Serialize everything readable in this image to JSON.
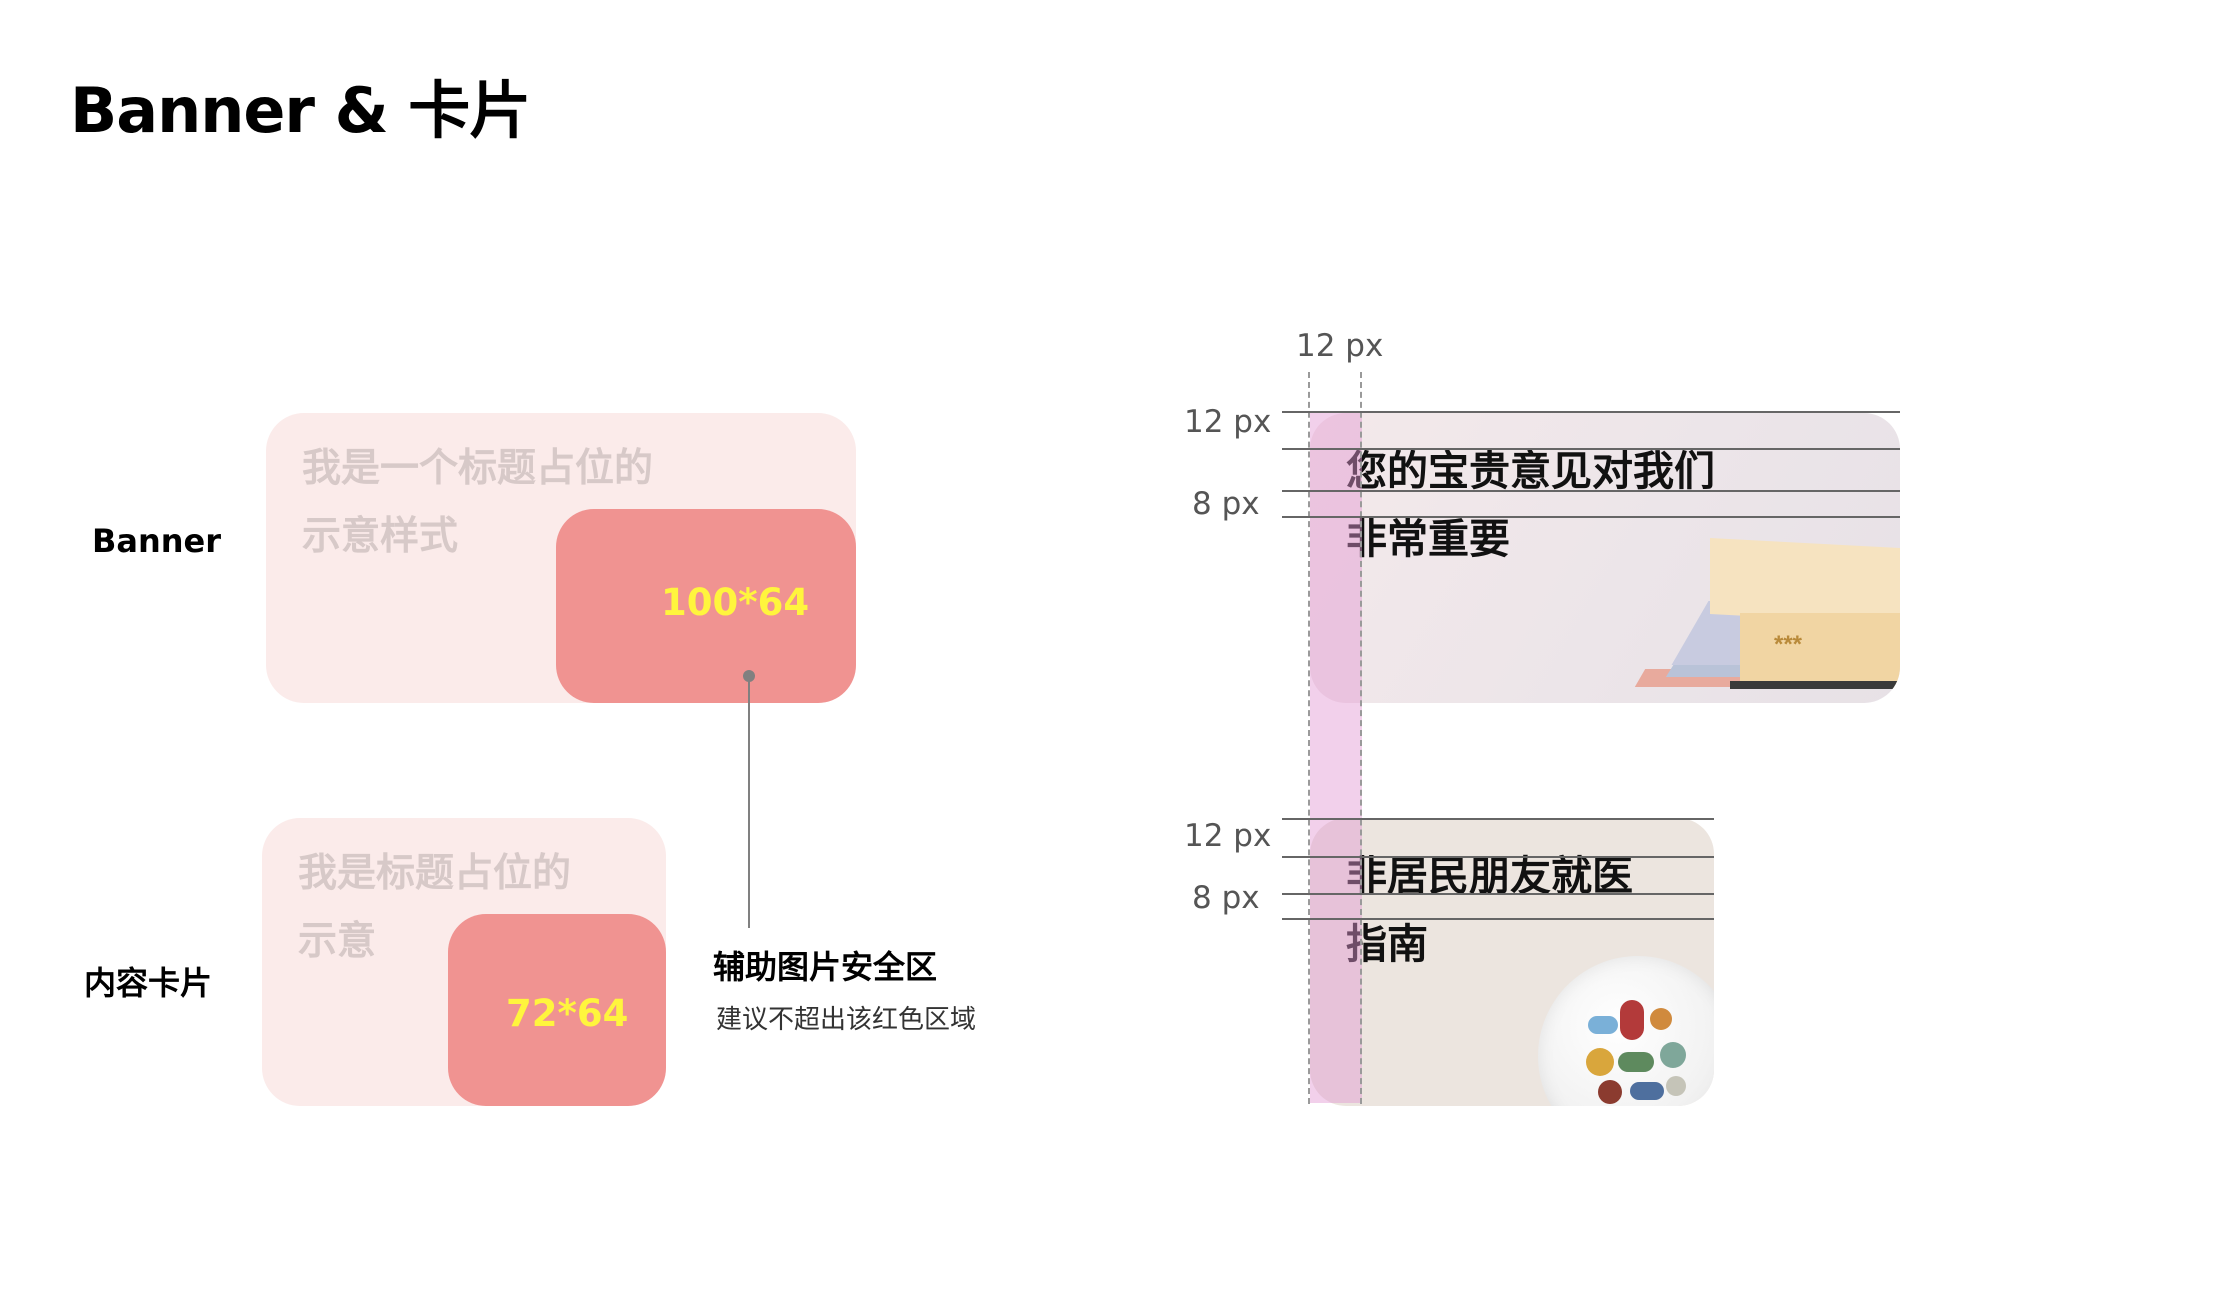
{
  "page": {
    "title": "Banner & 卡片"
  },
  "rows": {
    "banner_label": "Banner",
    "card_label": "内容卡片"
  },
  "banner_placeholder": {
    "title_line1": "我是一个标题占位的",
    "title_line2": "示意样式",
    "image_size": "100*64"
  },
  "card_placeholder": {
    "title_line1": "我是标题占位的",
    "title_line2": "示意",
    "image_size": "72*64"
  },
  "annotation": {
    "title": "辅助图片安全区",
    "subtitle": "建议不超出该红色区域"
  },
  "spec": {
    "pad_horizontal": "12 px",
    "banner_pad_top": "12 px",
    "banner_line_gap": "8 px",
    "card_pad_top": "12 px",
    "card_line_gap": "8 px"
  },
  "banner_example": {
    "line1": "您的宝贵意见对我们",
    "line2": "非常重要",
    "box_label": "***"
  },
  "card_example": {
    "line1": "非居民朋友就医",
    "line2": "指南"
  },
  "colors": {
    "placeholder_bg": "#fbebea",
    "safe_area": "#f09391",
    "size_text": "#fff53d",
    "padding_guide": "#e296d2"
  }
}
